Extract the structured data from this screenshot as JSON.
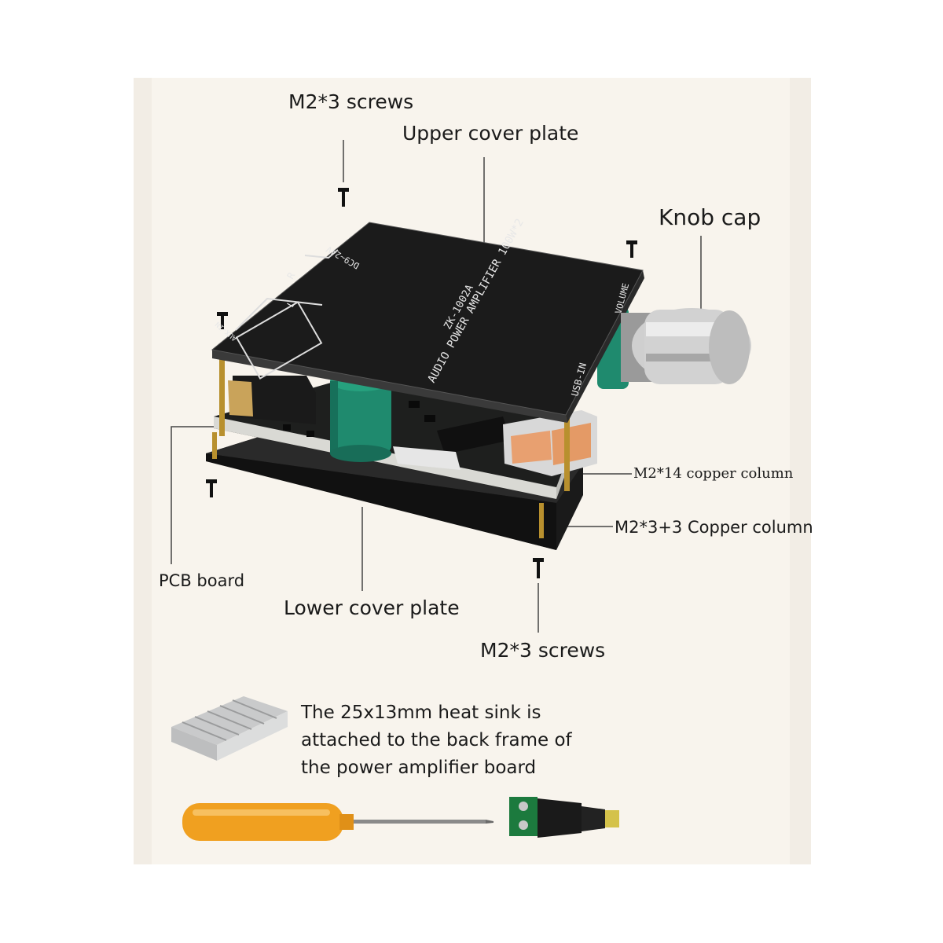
{
  "labels": {
    "top_screws": "M2*3 screws",
    "upper_cover": "Upper cover plate",
    "knob_cap": "Knob cap",
    "copper_column_14": "M2*14 copper column",
    "copper_column_3_3": "M2*3+3 Copper column",
    "pcb_board": "PCB board",
    "lower_cover": "Lower cover plate",
    "bottom_screws": "M2*3 screws"
  },
  "heat_sink_note": [
    "The 25x13mm heat sink is",
    "attached to the back frame of",
    "the power amplifier board"
  ],
  "board_print": {
    "model": "ZK-1002A",
    "title": "AUDIO POWER AMPLIFIER 100W*2",
    "power": "DC9~24V",
    "volume": "VOLUME",
    "usb": "USB-IN",
    "aux": "AUX-IN",
    "right": "R",
    "left": "L"
  },
  "colors": {
    "background": "#f8f4ed",
    "board": "#1c1c1c",
    "capacitor": "#1f8a6e",
    "knob": "#c8c8c8",
    "screwdriver_handle": "#f0a020"
  }
}
